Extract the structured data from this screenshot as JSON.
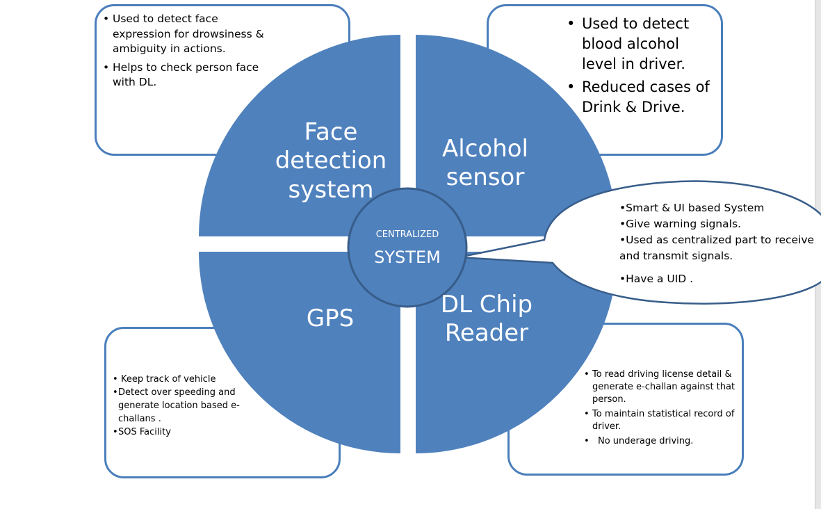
{
  "quadrants": {
    "face": {
      "lines": [
        "Face",
        "detection",
        "system"
      ]
    },
    "alcohol": {
      "lines": [
        "Alcohol",
        "sensor"
      ]
    },
    "gps": {
      "lines": [
        "GPS"
      ]
    },
    "dl": {
      "lines": [
        "DL Chip",
        "Reader"
      ]
    }
  },
  "center": {
    "top": "CENTRALIZED",
    "bottom": "SYSTEM"
  },
  "callouts": {
    "face": [
      "Used to detect face expression for drowsiness & ambiguity in actions.",
      "Helps to check person face with DL."
    ],
    "alcohol": [
      "Used to detect blood alcohol level  in driver.",
      "Reduced cases of Drink & Drive."
    ],
    "gps": [
      "Keep track  of vehicle",
      "Detect over speeding and generate location based e-challans .",
      "SOS  Facility"
    ],
    "dl": [
      "To read driving license detail & generate e-challan against that person.",
      "To maintain statistical record of driver.",
      "No underage driving."
    ],
    "system": [
      "•Smart & UI based System",
      "•Give warning signals.",
      "•Used as centralized part to receive",
      "and transmit signals.",
      "•Have a UID ."
    ]
  },
  "colors": {
    "fill": "#4f81bd",
    "stroke": "#385d8a",
    "box_border": "#4a7ebb"
  }
}
